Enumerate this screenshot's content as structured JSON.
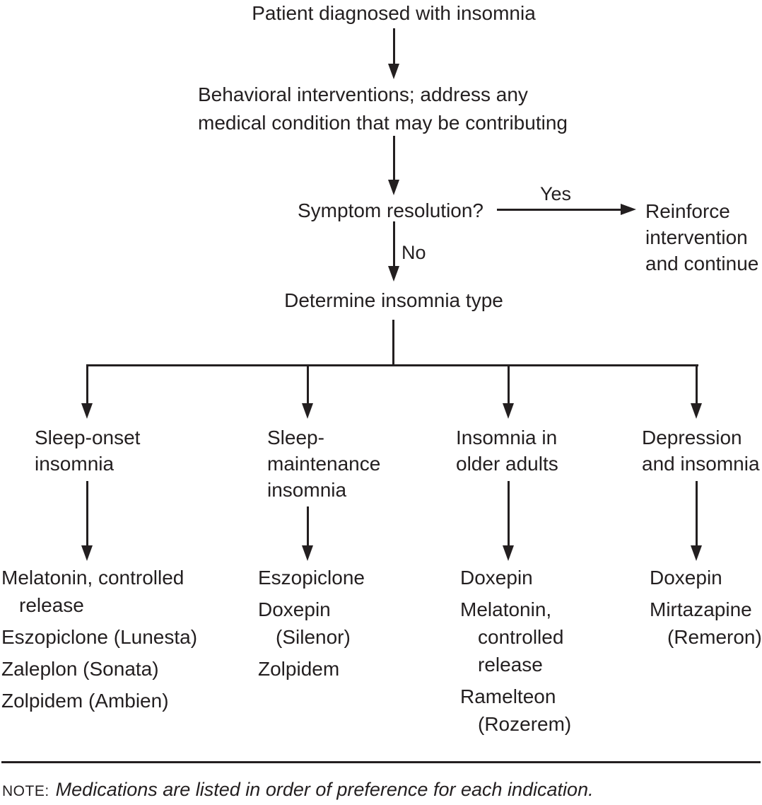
{
  "flow": {
    "start": "Patient diagnosed with insomnia",
    "behavioral": "Behavioral interventions; address any\nmedical condition that may be contributing",
    "decision": "Symptom resolution?",
    "yes_label": "Yes",
    "no_label": "No",
    "yes_outcome": "Reinforce\nintervention\nand continue",
    "determine": "Determine insomnia type"
  },
  "branches": [
    {
      "label": "Sleep-onset\ninsomnia",
      "medications": [
        "Melatonin, controlled\nrelease",
        "Eszopiclone (Lunesta)",
        "Zaleplon (Sonata)",
        "Zolpidem (Ambien)"
      ]
    },
    {
      "label": "Sleep-\nmaintenance\ninsomnia",
      "medications": [
        "Eszopiclone",
        "Doxepin\n(Silenor)",
        "Zolpidem"
      ]
    },
    {
      "label": "Insomnia in\nolder adults",
      "medications": [
        "Doxepin",
        "Melatonin,\ncontrolled\nrelease",
        "Ramelteon\n(Rozerem)"
      ]
    },
    {
      "label": "Depression\nand insomnia",
      "medications": [
        "Doxepin",
        "Mirtazapine\n(Remeron)"
      ]
    }
  ],
  "note": {
    "prefix": "NOTE:",
    "text": "Medications are listed in order of preference for each indication."
  },
  "colors": {
    "ink": "#231f20",
    "background": "#ffffff"
  }
}
